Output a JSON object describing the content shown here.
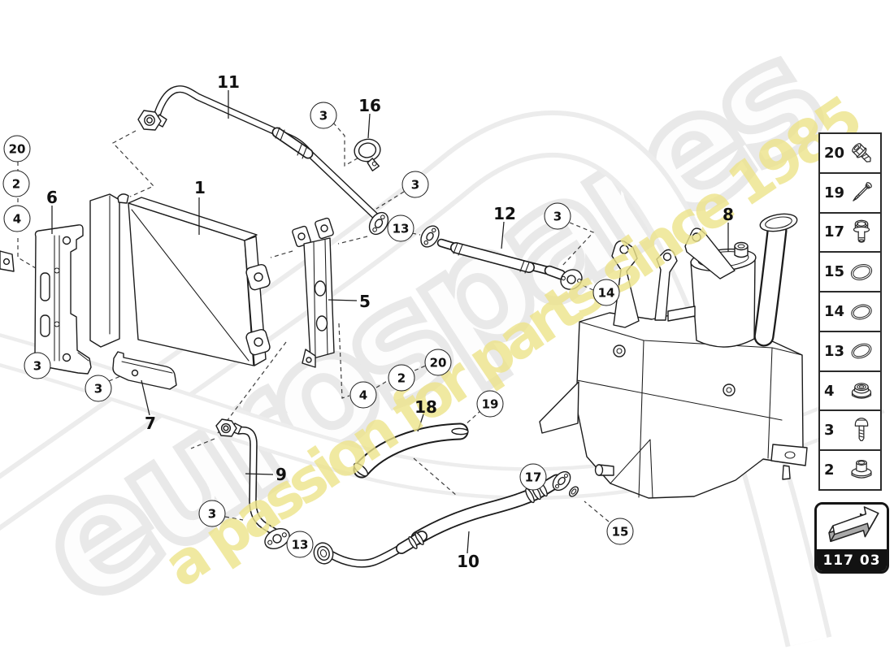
{
  "watermark": {
    "brand": "eurospares",
    "tagline": "a passion for parts since 1985",
    "brand_color": "#e9e9e9",
    "tagline_color": "#ede48a"
  },
  "diagram": {
    "description": "Oil cooler, lines and oil tank exploded parts diagram",
    "plain_labels": [
      {
        "text": "1"
      },
      {
        "text": "5"
      },
      {
        "text": "6"
      },
      {
        "text": "7"
      },
      {
        "text": "8"
      },
      {
        "text": "9"
      },
      {
        "text": "10"
      },
      {
        "text": "11"
      },
      {
        "text": "12"
      },
      {
        "text": "16"
      },
      {
        "text": "18"
      }
    ],
    "callouts": [
      {
        "text": "20"
      },
      {
        "text": "2"
      },
      {
        "text": "4"
      },
      {
        "text": "3"
      },
      {
        "text": "3"
      },
      {
        "text": "13"
      },
      {
        "text": "3"
      },
      {
        "text": "14"
      },
      {
        "text": "3"
      },
      {
        "text": "3"
      },
      {
        "text": "4"
      },
      {
        "text": "2"
      },
      {
        "text": "20"
      },
      {
        "text": "19"
      },
      {
        "text": "17"
      },
      {
        "text": "15"
      },
      {
        "text": "3"
      },
      {
        "text": "13"
      }
    ]
  },
  "sidebar": {
    "rows": [
      {
        "number": "20",
        "icon": "flange-bolt-icon"
      },
      {
        "number": "19",
        "icon": "long-pin-icon"
      },
      {
        "number": "17",
        "icon": "screw-plug-icon"
      },
      {
        "number": "15",
        "icon": "o-ring-icon"
      },
      {
        "number": "14",
        "icon": "o-ring-icon"
      },
      {
        "number": "13",
        "icon": "o-ring-icon"
      },
      {
        "number": "4",
        "icon": "grommet-icon"
      },
      {
        "number": "3",
        "icon": "pan-head-screw-icon"
      },
      {
        "number": "2",
        "icon": "cap-grommet-icon"
      }
    ]
  },
  "footer": {
    "page_code": "117 03"
  }
}
